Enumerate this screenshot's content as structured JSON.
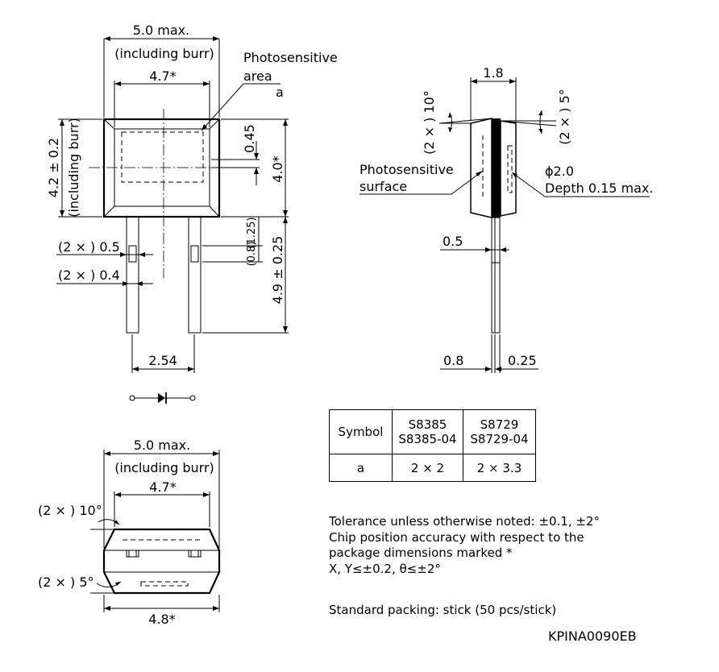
{
  "front": {
    "width_max": "5.0 max.",
    "including_burr": "(including burr)",
    "width_inner": "4.7*",
    "photosensitive_area": "Photosensitive",
    "photosensitive_area2": "area",
    "area_symbol": "a",
    "height_total": "4.2 ± 0.2",
    "height_burr": "(including burr)",
    "dim_045": "0.45",
    "dim_40": "4.0*",
    "dim_125": "(1.25)",
    "dim_08": "(0.8)",
    "lead_length": "4.9 ± 0.25",
    "lead_w1": "(2 × ) 0.5",
    "lead_w2": "(2 × ) 0.4",
    "pitch": "2.54"
  },
  "side": {
    "thickness": "1.8",
    "angle10": "(2 × ) 10°",
    "angle5": "(2 × ) 5°",
    "phot_surface1": "Photosensitive",
    "phot_surface2": "surface",
    "dia": "ϕ2.0",
    "depth": "Depth 0.15 max.",
    "lead05": "0.5",
    "lead08": "0.8",
    "lead025": "0.25"
  },
  "bottom": {
    "width_max": "5.0 max.",
    "including_burr": "(including burr)",
    "width47": "4.7*",
    "width48": "4.8*",
    "angle10": "(2 × ) 10°",
    "angle5": "(2 × ) 5°"
  },
  "table": {
    "header": [
      "Symbol",
      "S8385",
      "S8385-04",
      "S8729",
      "S8729-04"
    ],
    "row": [
      "a",
      "2 × 2",
      "2 × 3.3"
    ]
  },
  "notes": {
    "line1": "Tolerance unless otherwise noted: ±0.1, ±2°",
    "line2": "Chip position accuracy with respect to the",
    "line3": "package dimensions marked *",
    "line4": "X, Y≤±0.2, θ≤±2°",
    "packing": "Standard packing: stick (50 pcs/stick)",
    "code": "KPINA0090EB"
  }
}
